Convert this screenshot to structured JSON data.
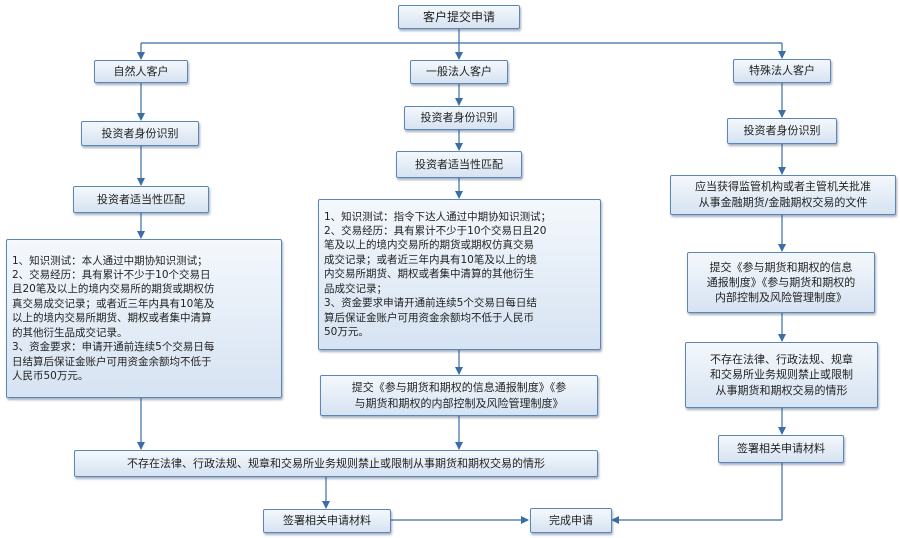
{
  "nodes": {
    "start": "客户提交申请",
    "natural": "自然人客户",
    "general": "一般法人客户",
    "special": "特殊法人客户",
    "n_id": "投资者身份识别",
    "g_id": "投资者身份识别",
    "s_id": "投资者身份识别",
    "n_fit": "投资者适当性匹配",
    "g_fit": "投资者适当性匹配",
    "n_detail": "1、知识测试：本人通过中期协知识测试；\n2、交易经历：具有累计不少于10个交易日\n且20笔及以上的境内交易所的期货或期权仿\n真交易成交记录；或者近三年内具有10笔及\n以上的境内交易所期货、期权或者集中清算\n的其他衍生品成交记录。\n3、资金要求：申请开通前连续5个交易日每\n日结算后保证金账户可用资金余额均不低于\n人民币50万元。",
    "g_detail": "1、知识测试：指令下达人通过中期协知识测试；\n2、交易经历：具有累计不少于10个交易日且20\n笔及以上的境内交易所的期货或期权仿真交易\n成交记录；或者近三年内具有10笔及以上的境\n内交易所期货、期权或者集中清算的其他衍生\n品成交记录；\n3、资金要求申请开通前连续5个交易日每日结\n算后保证金账户可用资金余额均不低于人民币\n50万元。",
    "g_submit": "提交《参与期货和期权的信息通报制度》《参\n与期货和期权的内部控制及风险管理制度》",
    "s_approval": "应当获得监管机构或者主管机关批准\n从事金融期货/金融期权交易的文件",
    "s_submit": "提交《参与期货和期权的信息\n通报制度》《参与期货和期权的\n内部控制及风险管理制度》",
    "s_noviolation": "不存在法律、行政法规、规章\n和交易所业务规则禁止或限制\n从事期货和期权交易的情形",
    "s_sign": "签署相关申请材料",
    "ng_noviolation": "不存在法律、行政法规、规章和交易所业务规则禁止或限制从事期货和期权交易的情形",
    "ng_sign": "签署相关申请材料",
    "done": "完成申请"
  }
}
